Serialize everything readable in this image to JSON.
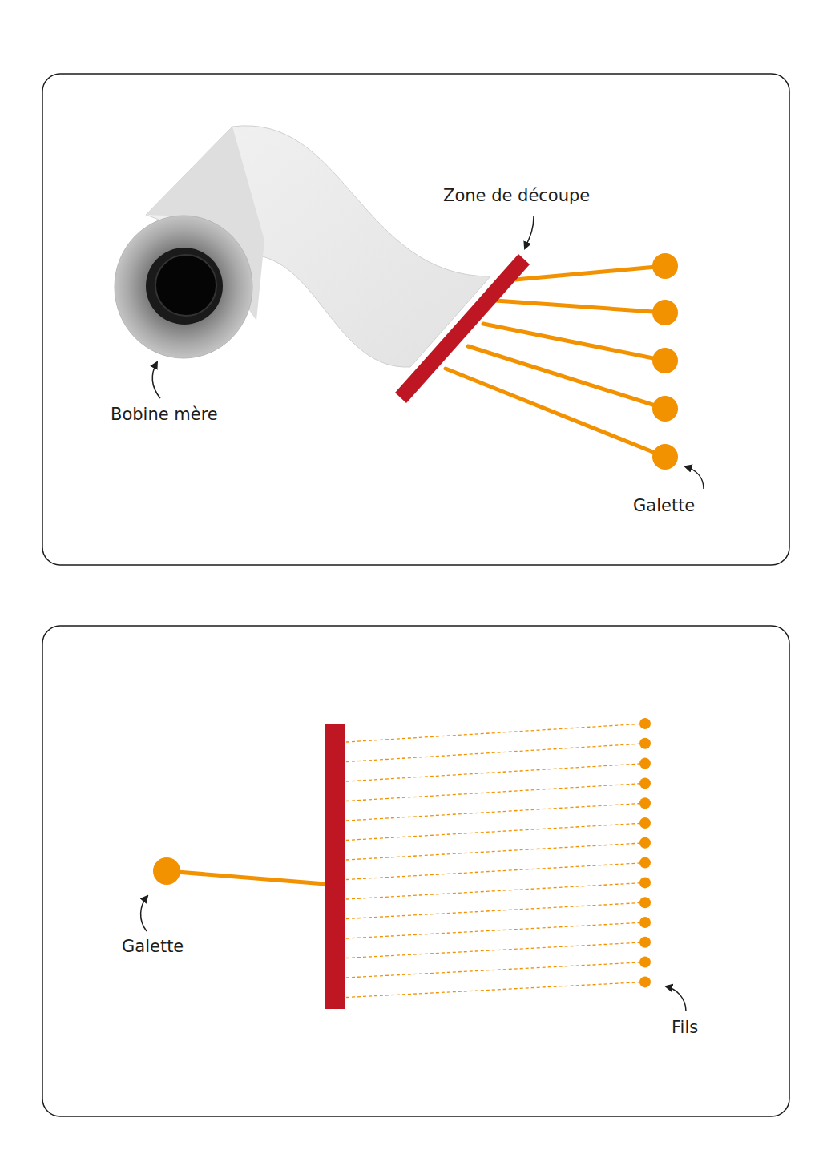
{
  "diagram": {
    "labels": [
      "Zone de découpe",
      "Bobine mère",
      "Galette",
      "Galette",
      "Fils"
    ]
  }
}
